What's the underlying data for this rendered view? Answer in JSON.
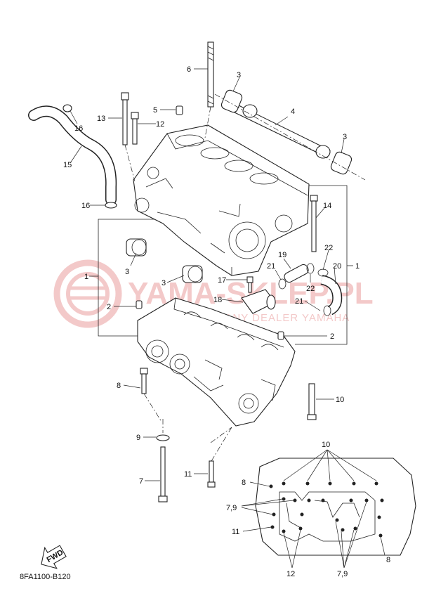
{
  "diagram": {
    "code": "8FA1100-B120",
    "fwd_label": "FWD",
    "watermark": {
      "main": "YAMA-SKLEP.PL",
      "sub": "AUTORYZOWANY DEALER YAMAHA",
      "color": "#f3c9c9"
    },
    "callouts": [
      {
        "id": "c6",
        "text": "6"
      },
      {
        "id": "c3a",
        "text": "3"
      },
      {
        "id": "c13",
        "text": "13"
      },
      {
        "id": "c5",
        "text": "5"
      },
      {
        "id": "c12a",
        "text": "12"
      },
      {
        "id": "c16a",
        "text": "16"
      },
      {
        "id": "c4",
        "text": "4"
      },
      {
        "id": "c3b",
        "text": "3"
      },
      {
        "id": "c15",
        "text": "15"
      },
      {
        "id": "c16b",
        "text": "16"
      },
      {
        "id": "c14",
        "text": "14"
      },
      {
        "id": "c19",
        "text": "19"
      },
      {
        "id": "c22a",
        "text": "22"
      },
      {
        "id": "c21a",
        "text": "21"
      },
      {
        "id": "c20",
        "text": "20"
      },
      {
        "id": "c1a",
        "text": "1"
      },
      {
        "id": "c22b",
        "text": "22"
      },
      {
        "id": "c3c",
        "text": "3"
      },
      {
        "id": "c1b",
        "text": "1"
      },
      {
        "id": "c3d",
        "text": "3"
      },
      {
        "id": "c17",
        "text": "17"
      },
      {
        "id": "c18",
        "text": "18"
      },
      {
        "id": "c21b",
        "text": "21"
      },
      {
        "id": "c2a",
        "text": "2"
      },
      {
        "id": "c2b",
        "text": "2"
      },
      {
        "id": "c8a",
        "text": "8"
      },
      {
        "id": "c10a",
        "text": "10"
      },
      {
        "id": "c9a",
        "text": "9"
      },
      {
        "id": "c10b",
        "text": "10"
      },
      {
        "id": "c11a",
        "text": "11"
      },
      {
        "id": "c8b",
        "text": "8"
      },
      {
        "id": "c7",
        "text": "7"
      },
      {
        "id": "c79a",
        "text": "7,9"
      },
      {
        "id": "c11b",
        "text": "11"
      },
      {
        "id": "c8c",
        "text": "8"
      },
      {
        "id": "c12b",
        "text": "12"
      },
      {
        "id": "c79b",
        "text": "7,9"
      }
    ]
  }
}
